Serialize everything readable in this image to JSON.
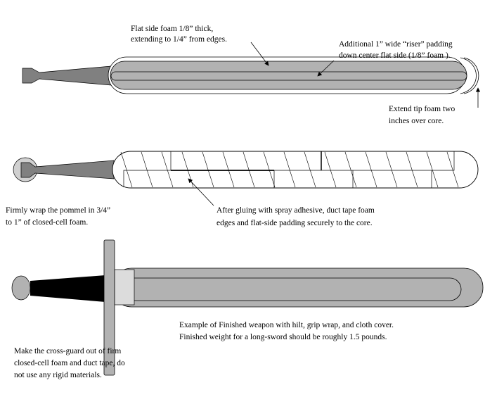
{
  "colors": {
    "handle": "#808080",
    "foam": "#b2b2b2",
    "pommel_foam": "#d0d0d0",
    "grip_wrap": "#dcdcdc",
    "grip": "#000000",
    "outline": "#000000"
  },
  "sword1": {
    "label_flat_side": [
      "Flat side foam 1/8” thick,",
      "extending to 1/4” from edges."
    ],
    "label_riser": [
      "Additional  1” wide “riser” padding",
      "down center flat side (1/8” foam )."
    ],
    "label_tip": [
      "Extend tip foam two",
      "inches over core."
    ]
  },
  "sword2": {
    "label_pommel": [
      "Firmly wrap the pommel in 3/4”",
      "to 1” of closed-cell  foam."
    ],
    "label_tape": [
      "After gluing with spray adhesive, duct tape foam",
      "edges and  flat-side padding securely to the core."
    ]
  },
  "sword3": {
    "label_finished": [
      "Example of Finished weapon with hilt, grip wrap, and cloth cover.",
      "Finished weight for a long-sword should be roughly 1.5 pounds."
    ],
    "label_crossguard": [
      "Make the cross-guard out of firm",
      "closed-cell foam and duct tape, do",
      "not use any rigid materials."
    ]
  }
}
